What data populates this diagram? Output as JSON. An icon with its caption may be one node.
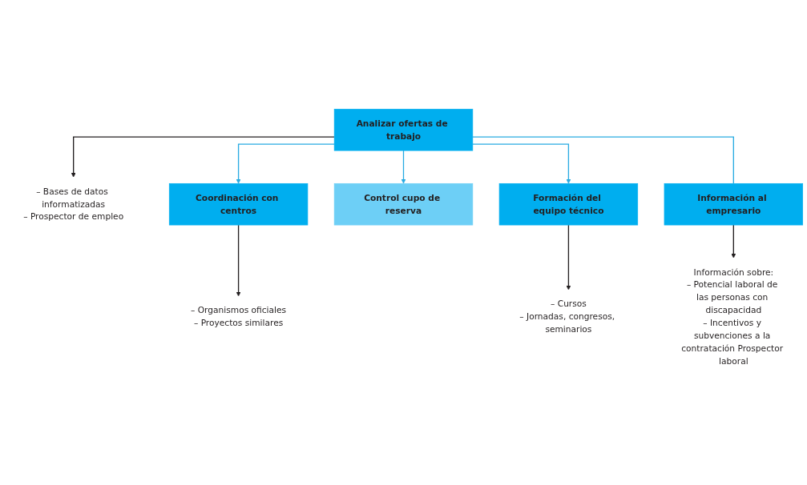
{
  "diagram": {
    "nodes": [
      {
        "text": [
          "– Bases de datos informatizadas",
          "– Prospector de empleo"
        ]
      },
      {
        "text": [
          "Analizar ofertas de trabajo"
        ]
      },
      {
        "text": [
          "Coordinación con centros"
        ]
      },
      {
        "text": [
          "– Organismos oficiales",
          "– Proyectos similares"
        ]
      },
      {
        "text": [
          "Control cupo de reserva"
        ]
      },
      {
        "text": [
          "Formación del equipo técnico"
        ]
      },
      {
        "text": [
          "Información al empresario"
        ]
      },
      {
        "text": [
          "– Cursos",
          "– Jornadas, congresos, seminarios"
        ]
      },
      {
        "text": [
          "Información sobre:",
          "– Potencial laboral de las personas con discapacidad",
          "– Incentivos y subvenciones a la contratación Prospector laboral"
        ]
      }
    ],
    "edges": [
      {
        "from": 1,
        "to": 0,
        "arrow": "to",
        "color": "#231f20"
      },
      {
        "from": 1,
        "to": 2,
        "arrow": "to",
        "color": "#29abe2"
      },
      {
        "from": 1,
        "to": 4,
        "arrow": "to",
        "color": "#29abe2"
      },
      {
        "from": 1,
        "to": 5,
        "arrow": "to",
        "color": "#29abe2"
      },
      {
        "from": 1,
        "to": 6,
        "arrow": "none",
        "color": "#29abe2"
      },
      {
        "from": 2,
        "to": 3,
        "arrow": "to",
        "color": "#231f20"
      },
      {
        "from": 5,
        "to": 7,
        "arrow": "to",
        "color": "#231f20"
      },
      {
        "from": 6,
        "to": 8,
        "arrow": "to",
        "color": "#231f20"
      }
    ]
  }
}
